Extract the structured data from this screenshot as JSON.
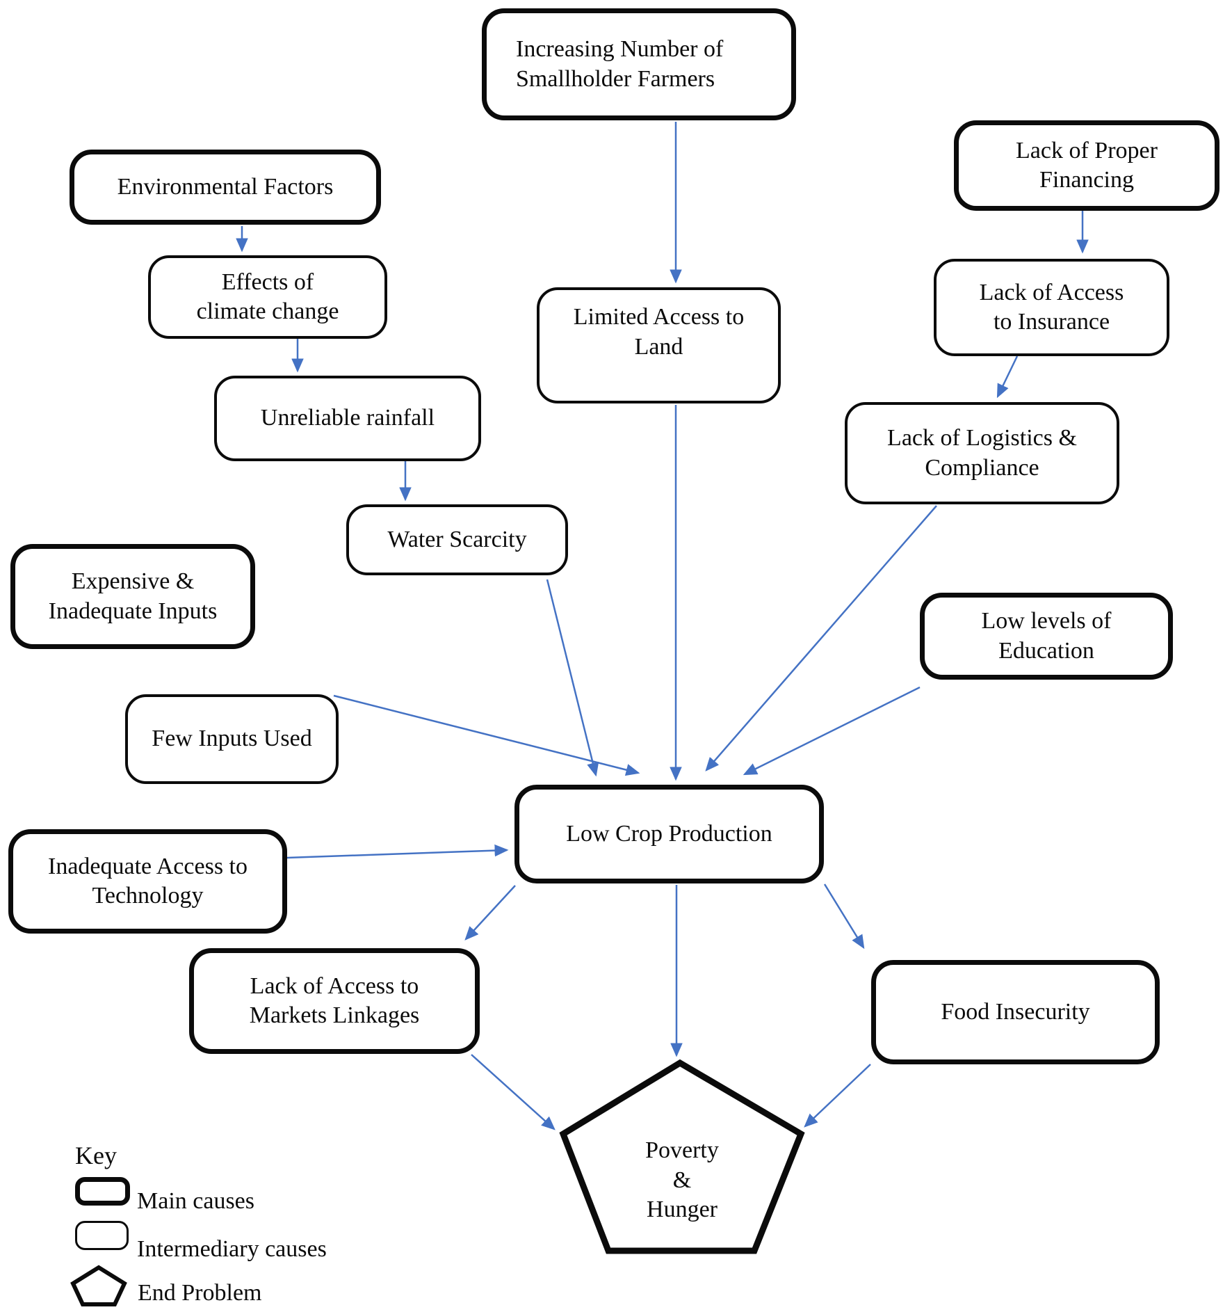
{
  "diagram": {
    "colors": {
      "arrow": "#4472C4",
      "border": "#0b0b0b",
      "background": "#ffffff"
    },
    "nodes": {
      "farmers": {
        "label": "Increasing Number of\nSmallholder Farmers",
        "type": "main"
      },
      "environmental": {
        "label": "Environmental Factors",
        "type": "main"
      },
      "financing": {
        "label": "Lack of Proper\nFinancing",
        "type": "main"
      },
      "climate": {
        "label": "Effects of\nclimate change",
        "type": "intermediary"
      },
      "insurance": {
        "label": "Lack of Access\nto Insurance",
        "type": "intermediary"
      },
      "rainfall": {
        "label": "Unreliable rainfall",
        "type": "intermediary"
      },
      "logistics": {
        "label": "Lack of Logistics &\nCompliance",
        "type": "intermediary"
      },
      "water": {
        "label": "Water Scarcity",
        "type": "intermediary"
      },
      "inputs": {
        "label": "Expensive &\nInadequate Inputs",
        "type": "main"
      },
      "education": {
        "label": "Low levels of\nEducation",
        "type": "main"
      },
      "few_inputs": {
        "label": "Few Inputs Used",
        "type": "intermediary"
      },
      "land": {
        "label": "Limited Access to\nLand",
        "type": "intermediary"
      },
      "crop": {
        "label": "Low Crop Production",
        "type": "main"
      },
      "technology": {
        "label": "Inadequate Access to\nTechnology",
        "type": "main"
      },
      "markets": {
        "label": "Lack of Access to\nMarkets Linkages",
        "type": "main"
      },
      "food": {
        "label": "Food Insecurity",
        "type": "main"
      },
      "end_problem": {
        "label": "Poverty\n&\nHunger",
        "type": "end"
      }
    },
    "key": {
      "title": "Key",
      "main": "Main causes",
      "intermediary": "Intermediary causes",
      "end": "End Problem"
    }
  }
}
